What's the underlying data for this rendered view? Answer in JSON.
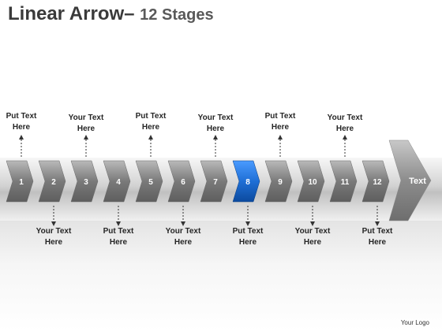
{
  "title": {
    "main": "Linear Arrow",
    "dash": "–",
    "sub": "12 Stages"
  },
  "stages": [
    {
      "number": "1",
      "label": [
        "Put Text",
        "Here"
      ],
      "position": "top"
    },
    {
      "number": "2",
      "label": [
        "Your Text",
        "Here"
      ],
      "position": "bottom"
    },
    {
      "number": "3",
      "label": [
        "Your Text",
        "Here"
      ],
      "position": "top"
    },
    {
      "number": "4",
      "label": [
        "Put Text",
        "Here"
      ],
      "position": "bottom"
    },
    {
      "number": "5",
      "label": [
        "Put Text",
        "Here"
      ],
      "position": "top"
    },
    {
      "number": "6",
      "label": [
        "Your Text",
        "Here"
      ],
      "position": "bottom"
    },
    {
      "number": "7",
      "label": [
        "Your Text",
        "Here"
      ],
      "position": "top"
    },
    {
      "number": "8",
      "label": [
        "Put Text",
        "Here"
      ],
      "position": "bottom",
      "highlighted": true
    },
    {
      "number": "9",
      "label": [
        "Put Text",
        "Here"
      ],
      "position": "top"
    },
    {
      "number": "10",
      "label": [
        "Your Text",
        "Here"
      ],
      "position": "bottom"
    },
    {
      "number": "11",
      "label": [
        "Your Text",
        "Here"
      ],
      "position": "top"
    },
    {
      "number": "12",
      "label": [
        "Put Text",
        "Here"
      ],
      "position": "bottom"
    }
  ],
  "final_arrow_text": "Text",
  "footer_logo": "Your Logo",
  "colors": {
    "highlight": "#1f6fd6",
    "gray_light": "#a6a6a6",
    "gray_dark": "#595959",
    "text_dark": "#262626"
  }
}
